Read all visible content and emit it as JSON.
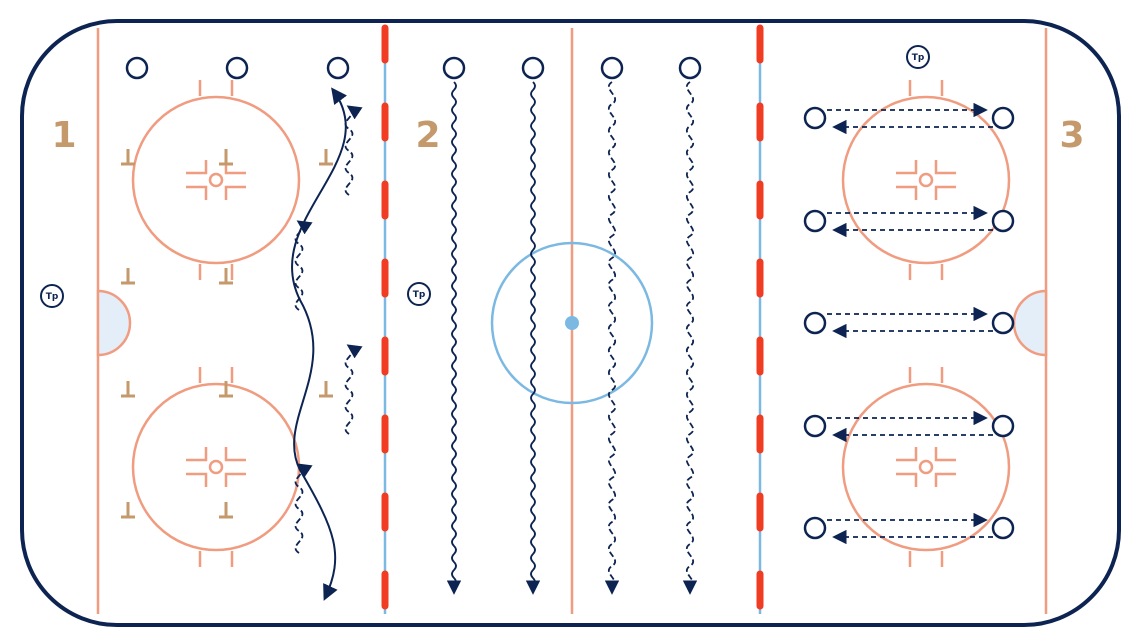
{
  "diagram": {
    "zones": [
      "1",
      "2",
      "3"
    ],
    "coach_label": "Tp",
    "colors": {
      "board": "#0d2452",
      "red_line": "#f03c22",
      "blue_line": "#7cb9e2",
      "faceoff": "#f09c80",
      "zone_number": "#c49a6c",
      "player": "#0d2452",
      "crease_fill": "#e4eef8"
    }
  }
}
